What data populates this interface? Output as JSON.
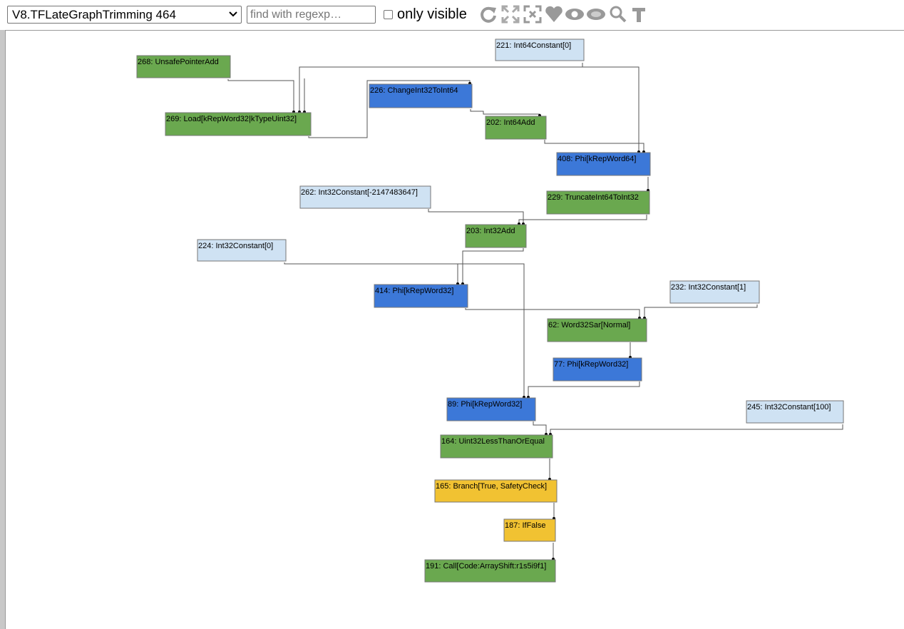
{
  "toolbar": {
    "phase_selected": "V8.TFLateGraphTrimming 464",
    "search_placeholder": "find with regexp…",
    "only_visible_label": "only visible",
    "icons": [
      "relayout-icon",
      "show-all-icon",
      "toggle-hide-dead-icon",
      "show-selected-icon",
      "show-control-icon",
      "hide-unselected-icon",
      "zoom-selection-icon",
      "toggle-types-icon"
    ]
  },
  "colors": {
    "constant": "#cfe2f3",
    "machine": "#6aa84f",
    "phi": "#3c78d8",
    "control": "#f1c232",
    "edge": "#555555"
  },
  "nodes": [
    {
      "id": "n221",
      "label": "221: Int64Constant[0]",
      "kind": "constant"
    },
    {
      "id": "n268",
      "label": "268: UnsafePointerAdd",
      "kind": "machine"
    },
    {
      "id": "n226",
      "label": "226: ChangeInt32ToInt64",
      "kind": "phi"
    },
    {
      "id": "n269",
      "label": "269: Load[kRepWord32|kTypeUint32]",
      "kind": "machine"
    },
    {
      "id": "n202",
      "label": "202: Int64Add",
      "kind": "machine"
    },
    {
      "id": "n408",
      "label": "408: Phi[kRepWord64]",
      "kind": "phi"
    },
    {
      "id": "n262",
      "label": "262: Int32Constant[-2147483647]",
      "kind": "constant"
    },
    {
      "id": "n229",
      "label": "229: TruncateInt64ToInt32",
      "kind": "machine"
    },
    {
      "id": "n203",
      "label": "203: Int32Add",
      "kind": "machine"
    },
    {
      "id": "n224",
      "label": "224: Int32Constant[0]",
      "kind": "constant"
    },
    {
      "id": "n414",
      "label": "414: Phi[kRepWord32]",
      "kind": "phi"
    },
    {
      "id": "n232",
      "label": "232: Int32Constant[1]",
      "kind": "constant"
    },
    {
      "id": "n62",
      "label": "62: Word32Sar[Normal]",
      "kind": "machine"
    },
    {
      "id": "n77",
      "label": "77: Phi[kRepWord32]",
      "kind": "phi"
    },
    {
      "id": "n89",
      "label": "89: Phi[kRepWord32]",
      "kind": "phi"
    },
    {
      "id": "n245",
      "label": "245: Int32Constant[100]",
      "kind": "constant"
    },
    {
      "id": "n164",
      "label": "164: Uint32LessThanOrEqual",
      "kind": "machine"
    },
    {
      "id": "n165",
      "label": "165: Branch[True, SafetyCheck]",
      "kind": "control"
    },
    {
      "id": "n187",
      "label": "187: IfFalse",
      "kind": "control"
    },
    {
      "id": "n191",
      "label": "191: Call[Code:ArrayShift:r1s5i9f1]",
      "kind": "machine"
    }
  ]
}
